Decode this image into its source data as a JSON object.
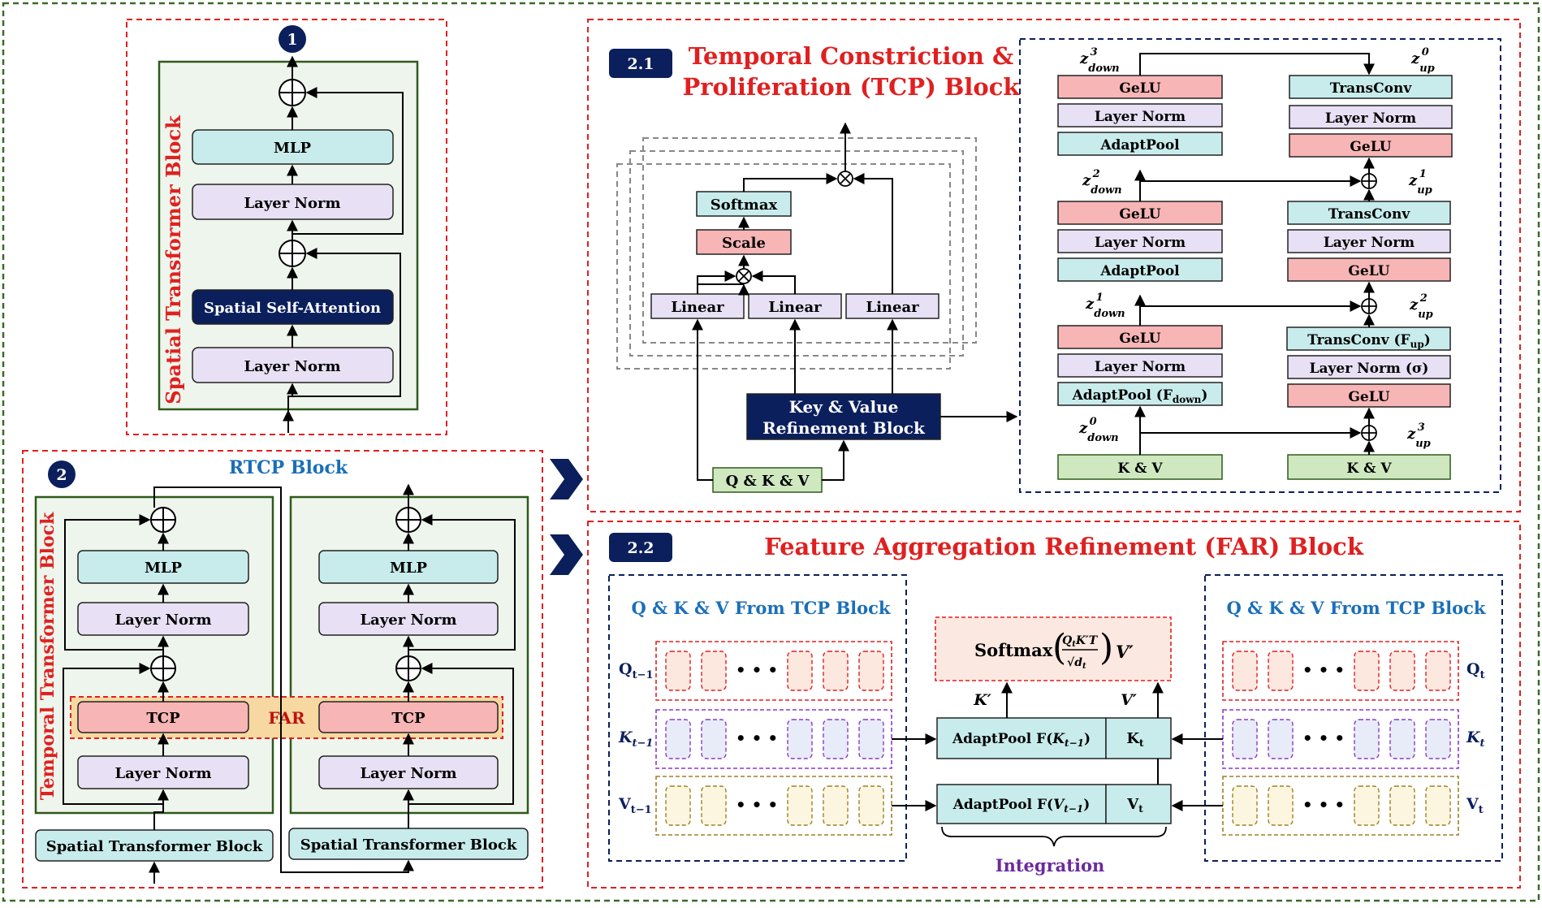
{
  "badges": {
    "b1": "1",
    "b2": "2",
    "b21": "2.1",
    "b22": "2.2"
  },
  "spatial": {
    "side_label": "Spatial Transformer Block",
    "mlp": "MLP",
    "norm_top": "Layer Norm",
    "attention": "Spatial Self-Attention",
    "norm_bottom": "Layer Norm"
  },
  "rtcp": {
    "title": "RTCP Block",
    "side_label": "Temporal Transformer Block",
    "left": {
      "mlp": "MLP",
      "norm_top": "Layer Norm",
      "tcp": "TCP",
      "norm_bottom": "Layer Norm",
      "base": "Spatial Transformer Block"
    },
    "right": {
      "mlp": "MLP",
      "norm_top": "Layer Norm",
      "tcp": "TCP",
      "norm_bottom": "Layer Norm",
      "base": "Spatial Transformer Block"
    },
    "far": "FAR"
  },
  "tcp": {
    "title_line1": "Temporal Constriction &",
    "title_line2": "Proliferation (TCP) Block",
    "softmax": "Softmax",
    "scale": "Scale",
    "linear": [
      "Linear",
      "Linear",
      "Linear"
    ],
    "kv_line1": "Key & Value",
    "kv_line2": "Refinement Block",
    "qkv": "Q & K & V",
    "down": {
      "col": [
        {
          "gelu": "GeLU",
          "norm": "Layer Norm",
          "pool": "AdaptPool"
        },
        {
          "gelu": "GeLU",
          "norm": "Layer Norm",
          "pool": "AdaptPool"
        },
        {
          "gelu": "GeLU",
          "norm": "Layer Norm",
          "pool": "AdaptPool (F",
          "pool_sub": "down",
          "pool_end": ")"
        }
      ],
      "base": "K & V",
      "z_base": "z",
      "z_sub": "down",
      "z_sups": [
        "3",
        "2",
        "1",
        "0"
      ]
    },
    "up": {
      "col": [
        {
          "trans": "TransConv",
          "norm": "Layer Norm",
          "gelu": "GeLU"
        },
        {
          "trans": "TransConv",
          "norm": "Layer Norm",
          "gelu": "GeLU"
        },
        {
          "trans": "TransConv (F",
          "trans_sub": "up",
          "trans_end": ")",
          "norm": "Layer Norm (σ)",
          "gelu": "GeLU"
        }
      ],
      "base": "K & V",
      "z_sub": "up",
      "z_sups": [
        "0",
        "1",
        "2",
        "3"
      ]
    }
  },
  "far": {
    "title": "Feature Aggregation Refinement (FAR) Block",
    "left_title": "Q & K & V From TCP Block",
    "right_title": "Q & K & V From TCP Block",
    "left_rows": [
      {
        "base": "Q",
        "sub": "t−1"
      },
      {
        "base": "K",
        "sub": "t−1"
      },
      {
        "base": "V",
        "sub": "t−1"
      }
    ],
    "right_rows": [
      {
        "base": "Q",
        "sub": "t"
      },
      {
        "base": "K",
        "sub": "t"
      },
      {
        "base": "V",
        "sub": "t"
      }
    ],
    "dots": "• • •",
    "softmax": "Softmax",
    "formula_num": "Q",
    "formula_num_sub": "t",
    "formula_num_k": "K′T",
    "formula_den": "√d",
    "formula_den_sub": "t",
    "formula_v": "V′",
    "k_prime": "K′",
    "v_prime": "V′",
    "pool_k": "AdaptPool F(",
    "pool_k_var": "K",
    "pool_k_sub": "t−1",
    "pool_k_end": ")",
    "kt": "K",
    "kt_sub": "t",
    "pool_v": "AdaptPool F(",
    "pool_v_var": "V",
    "pool_v_sub": "t−1",
    "pool_v_end": ")",
    "vt": "V",
    "vt_sub": "t",
    "integration": "Integration"
  },
  "colors": {
    "red_dash": "#e02020",
    "navy": "#0b1f5c",
    "green_border": "#2e5a1c",
    "green_fill": "#eef5ec",
    "cyan": "#c8ecec",
    "lavender": "#e8e0f4",
    "pink": "#f7b5b5",
    "kv_green": "#cfe8c0",
    "far_orange": "#f6d8a0",
    "blue_text": "#1a6fb8",
    "purple_text": "#6a2aa0"
  }
}
